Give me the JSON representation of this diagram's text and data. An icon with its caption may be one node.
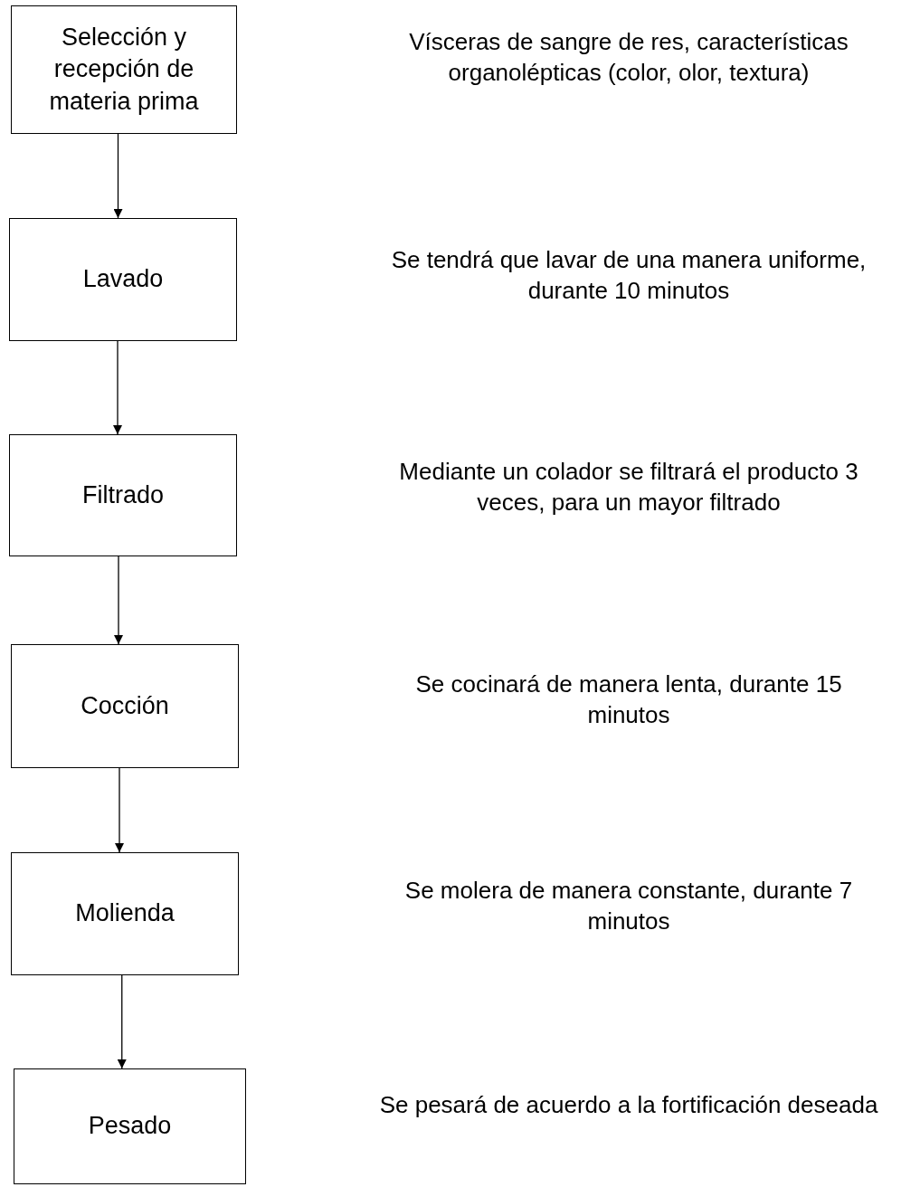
{
  "diagram": {
    "nodes": [
      {
        "text": [
          "Selección y recepción de materia prima"
        ]
      },
      {
        "text": [
          "Lavado"
        ]
      },
      {
        "text": [
          "Filtrado"
        ]
      },
      {
        "text": [
          "Cocción"
        ]
      },
      {
        "text": [
          "Molienda"
        ]
      },
      {
        "text": [
          "Pesado"
        ]
      }
    ],
    "edges": [
      {
        "from": 0,
        "to": 1,
        "arrow": "to"
      },
      {
        "from": 1,
        "to": 2,
        "arrow": "to"
      },
      {
        "from": 2,
        "to": 3,
        "arrow": "to"
      },
      {
        "from": 3,
        "to": 4,
        "arrow": "to"
      },
      {
        "from": 4,
        "to": 5,
        "arrow": "to"
      }
    ],
    "labels": [
      "Vísceras de sangre de res, características organolépticas (color, olor, textura)",
      "Se tendrá que lavar de una manera uniforme, durante 10 minutos",
      "Mediante un colador se filtrará el producto 3 veces, para un mayor filtrado",
      "Se cocinará de manera lenta, durante 15 minutos",
      "Se molera de manera constante, durante 7 minutos",
      "Se pesará de acuerdo a la fortificación deseada"
    ]
  }
}
